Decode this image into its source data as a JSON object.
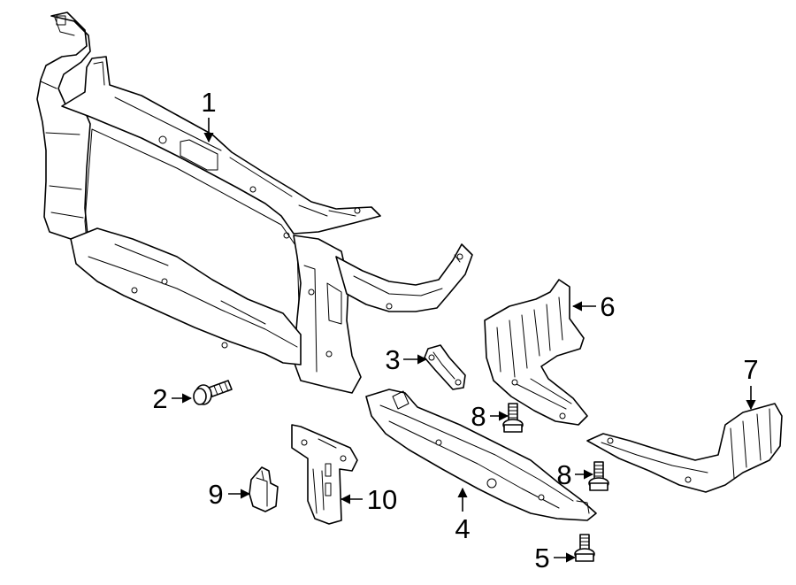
{
  "callouts": [
    {
      "id": "1",
      "label": "1"
    },
    {
      "id": "2",
      "label": "2"
    },
    {
      "id": "3",
      "label": "3"
    },
    {
      "id": "4",
      "label": "4"
    },
    {
      "id": "5",
      "label": "5"
    },
    {
      "id": "6",
      "label": "6"
    },
    {
      "id": "7",
      "label": "7"
    },
    {
      "id": "8a",
      "label": "8"
    },
    {
      "id": "8b",
      "label": "8"
    },
    {
      "id": "9",
      "label": "9"
    },
    {
      "id": "10",
      "label": "10"
    }
  ]
}
